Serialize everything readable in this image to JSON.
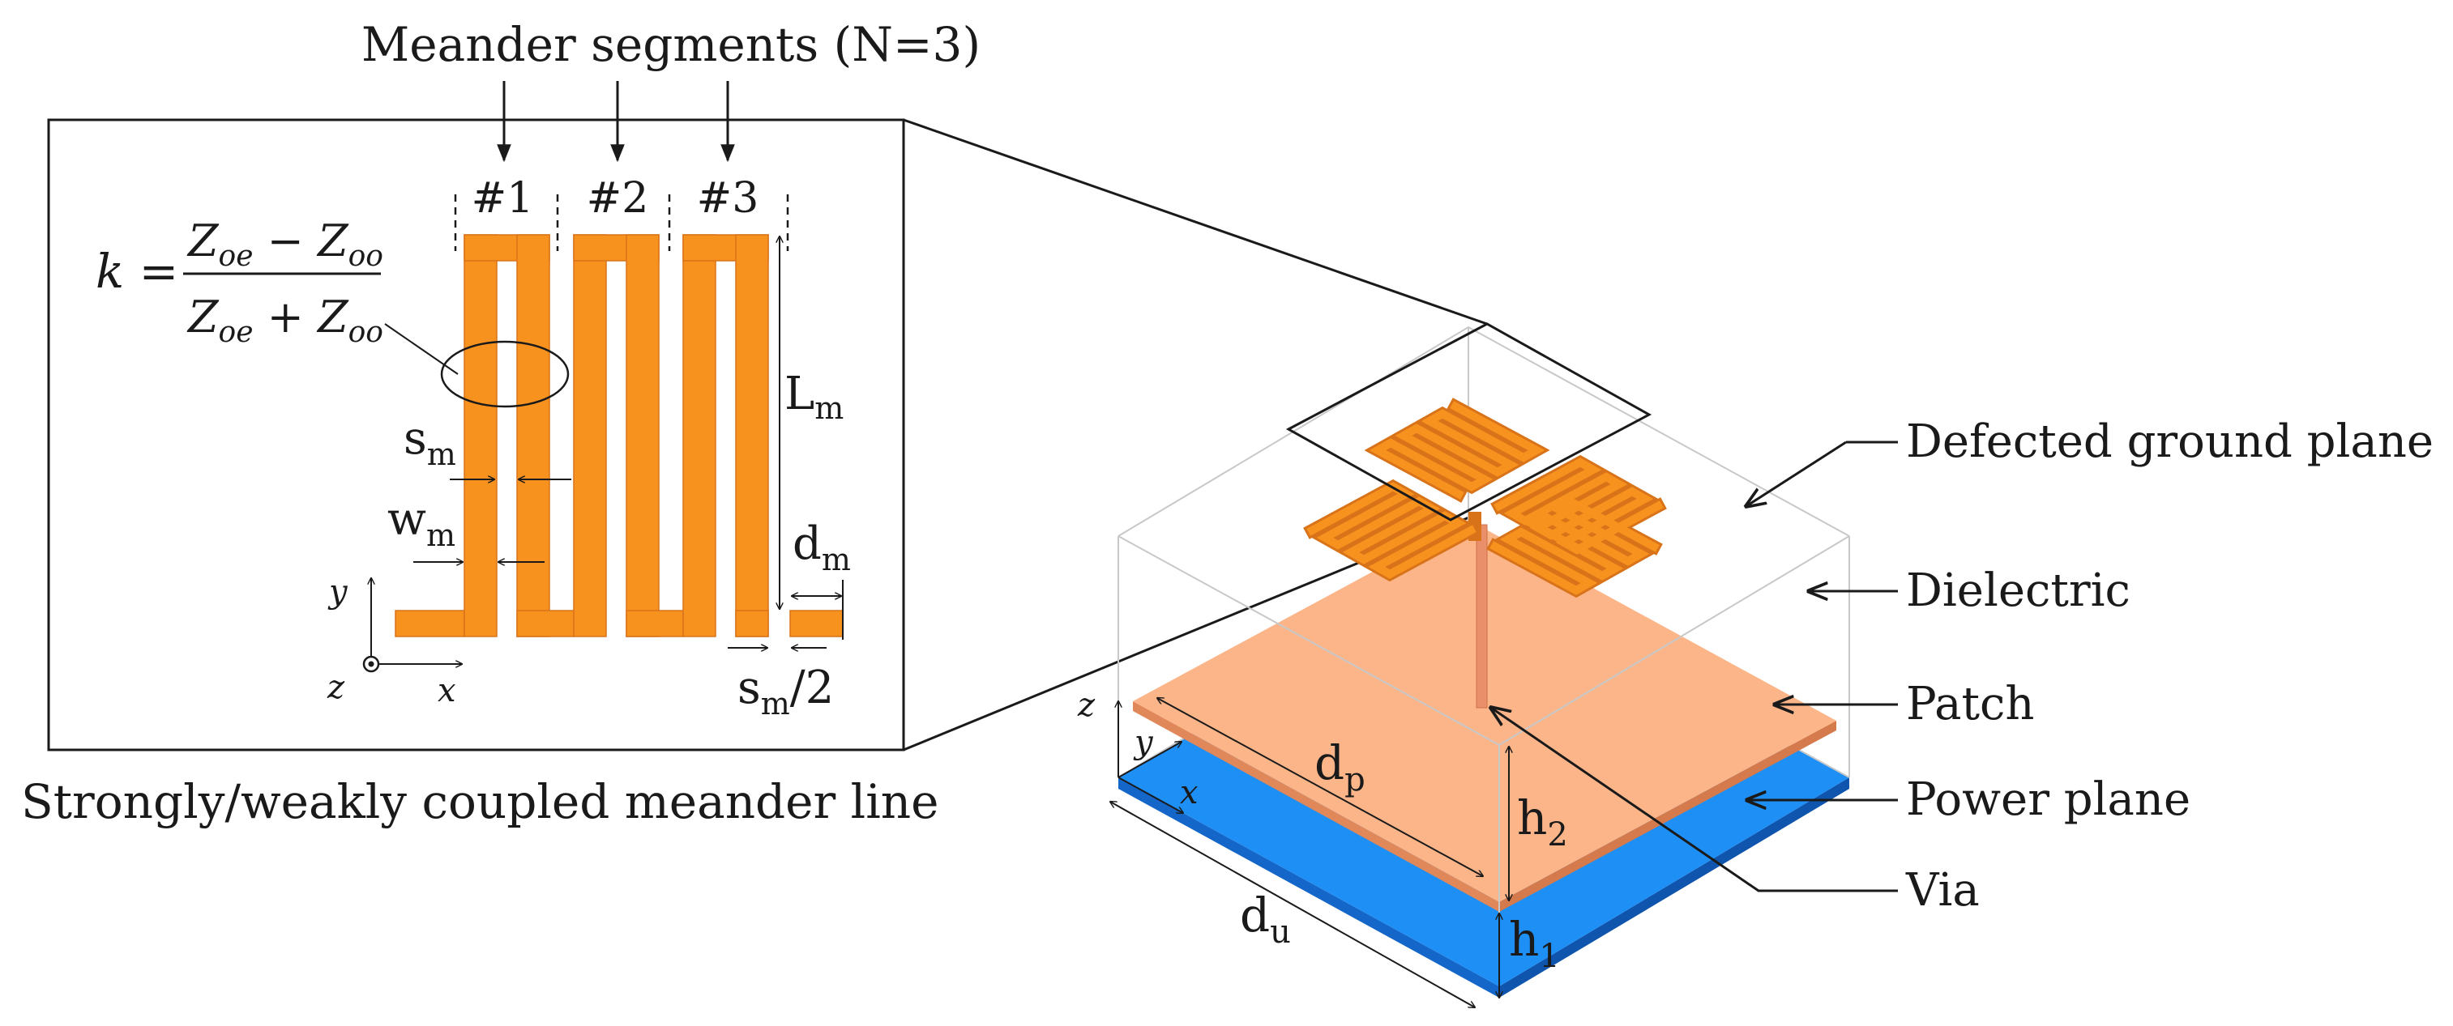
{
  "colors": {
    "meander": "#f7921e",
    "meander_edge": "#d9731a",
    "patch": "#fbb589",
    "patch_edge": "#e0885a",
    "power": "#1e8ff5",
    "power_edge": "#1466c9",
    "via": "#e9906a",
    "ink": "#1a1a1a",
    "dielectric_edge": "#c8c8c8"
  },
  "icons": {
    "arrow": "arrow-icon",
    "axes": "axes-icon"
  },
  "top_title": "Meander segments (N=3)",
  "segments": [
    "#1",
    "#2",
    "#3"
  ],
  "formula": {
    "lhs": "k =",
    "numerator": "Z",
    "numerator_sub_a": "oe",
    "numerator_op": " − Z",
    "numerator_sub_b": "oo",
    "denominator": "Z",
    "denominator_sub_a": "oe",
    "denominator_op": " + Z",
    "denominator_sub_b": "oo"
  },
  "inset_labels": {
    "Lm": "L",
    "Lm_sub": "m",
    "sm": "s",
    "sm_sub": "m",
    "wm": "w",
    "wm_sub": "m",
    "dm": "d",
    "dm_sub": "m",
    "sm2": "s",
    "sm2_sub": "m",
    "sm2_tail": "/2"
  },
  "inset_axes": {
    "y": "y",
    "z": "z",
    "x": "x"
  },
  "caption": "Strongly/weakly coupled meander line",
  "stack_axes": {
    "z": "z",
    "y": "y",
    "x": "x"
  },
  "stack_dims": {
    "dp": "d",
    "dp_sub": "p",
    "h2": "h",
    "h2_sub": "2",
    "du": "d",
    "du_sub": "u",
    "h1": "h",
    "h1_sub": "1"
  },
  "layer_labels": [
    "Defected ground plane",
    "Dielectric",
    "Patch",
    "Power plane",
    "Via"
  ]
}
